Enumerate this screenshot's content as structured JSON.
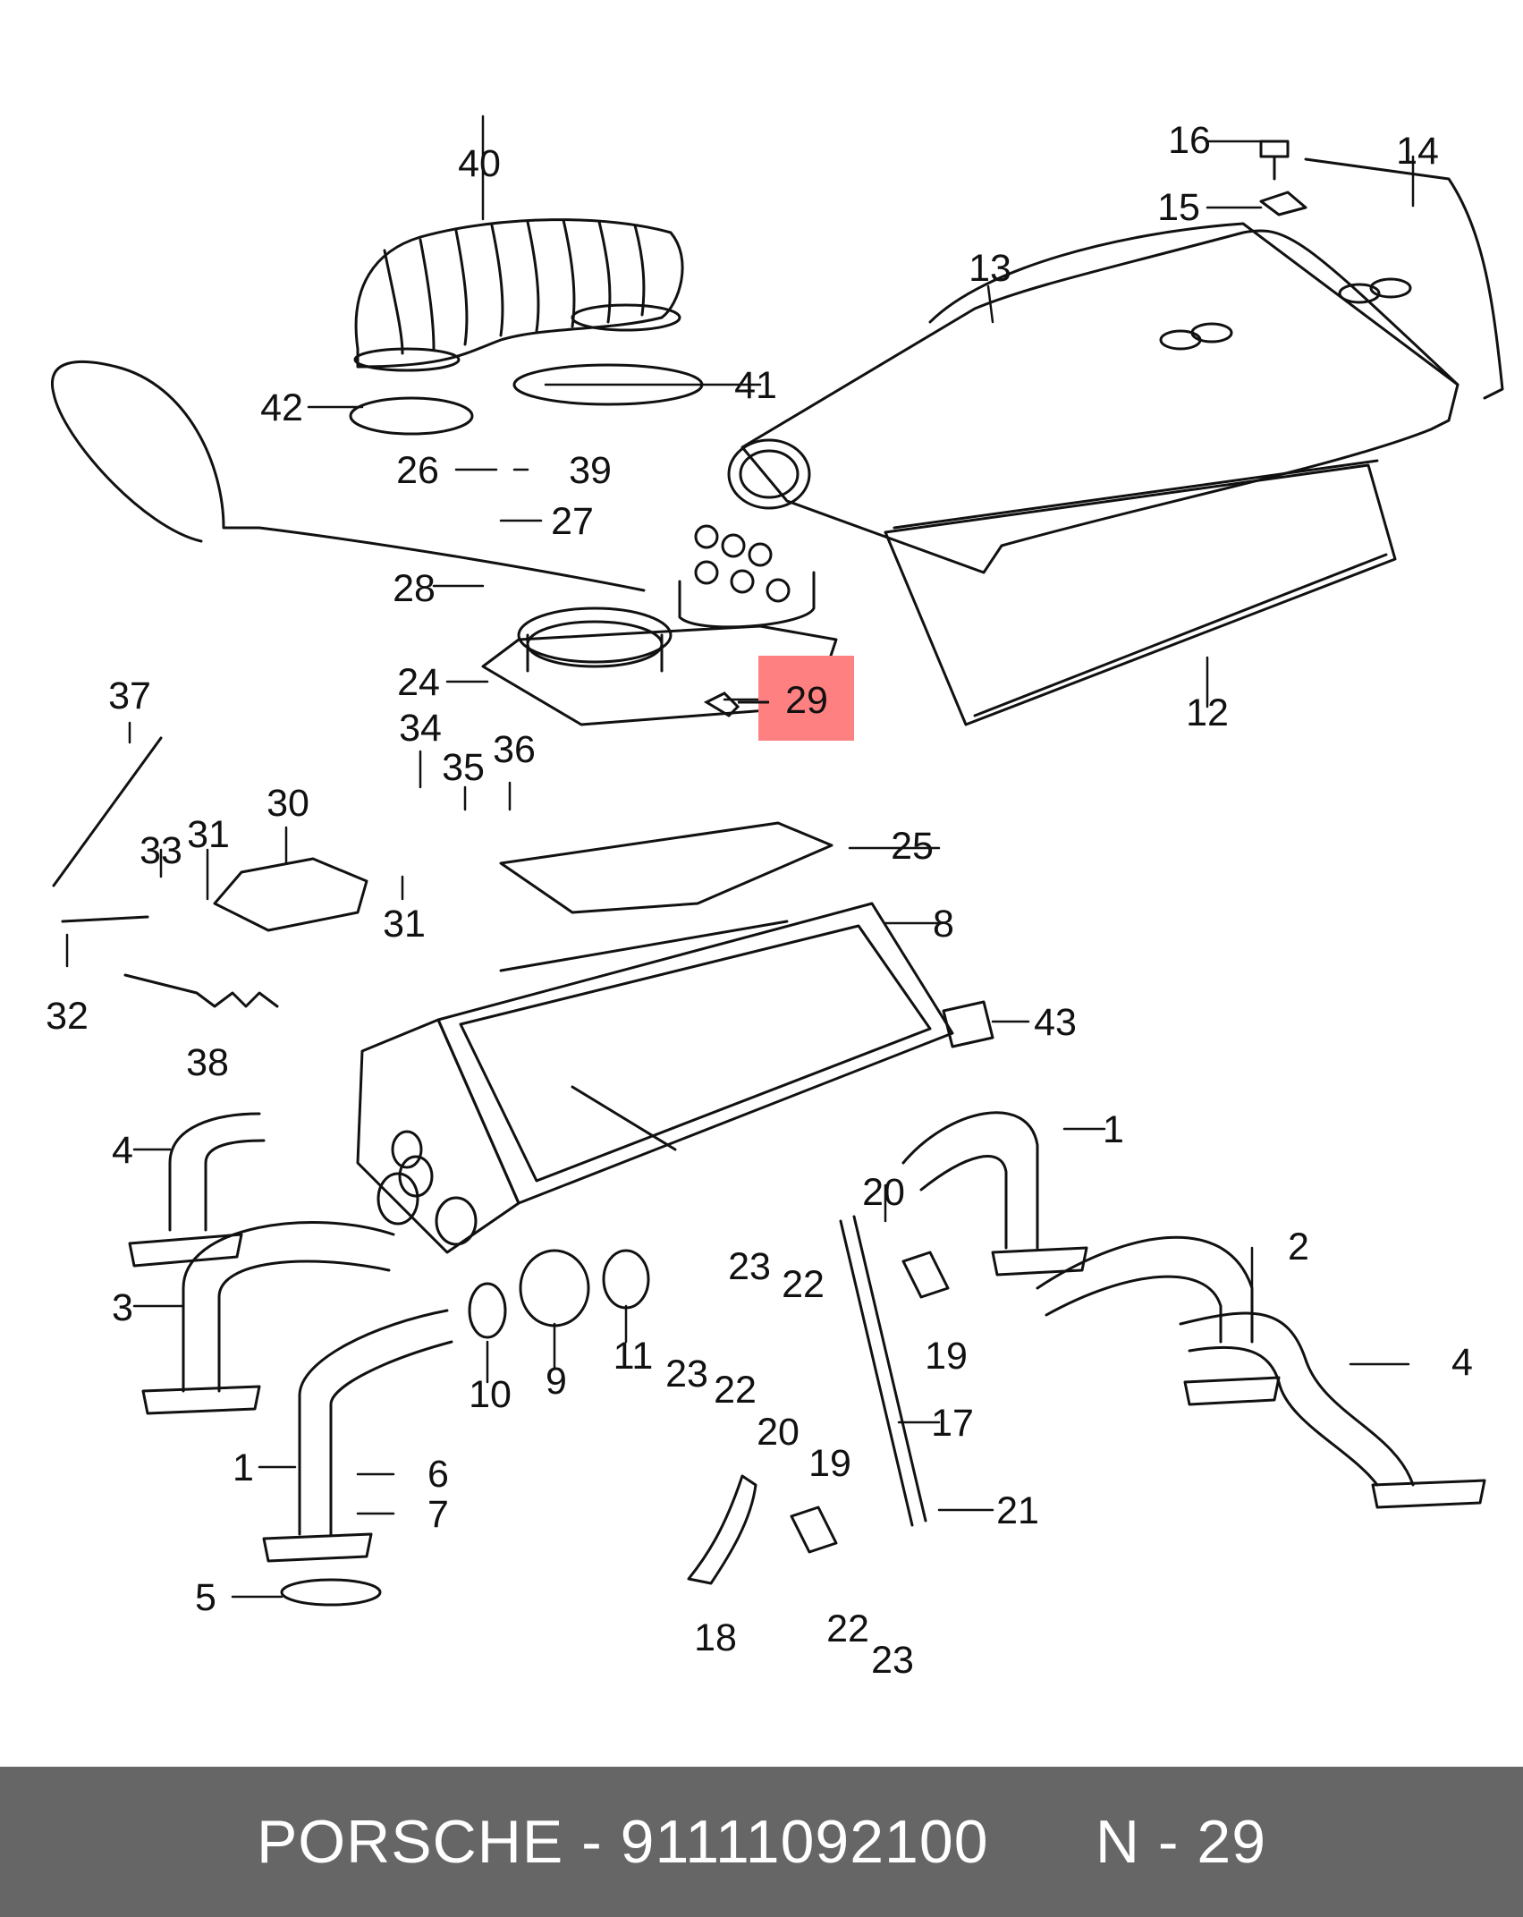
{
  "diagram": {
    "callouts": [
      "1",
      "1",
      "2",
      "3",
      "4",
      "4",
      "5",
      "6",
      "7",
      "8",
      "9",
      "10",
      "11",
      "12",
      "13",
      "14",
      "15",
      "16",
      "17",
      "18",
      "19",
      "19",
      "20",
      "20",
      "21",
      "22",
      "22",
      "22",
      "23",
      "23",
      "23",
      "24",
      "25",
      "26",
      "27",
      "28",
      "29",
      "30",
      "31",
      "31",
      "32",
      "33",
      "34",
      "35",
      "36",
      "37",
      "38",
      "39",
      "40",
      "41",
      "42",
      "43"
    ],
    "highlighted": "29",
    "highlight_color": "#ff8080"
  },
  "footer": {
    "text": "PORSCHE - 91111092100      N - 29",
    "background": "#666666",
    "text_color": "#ffffff"
  }
}
